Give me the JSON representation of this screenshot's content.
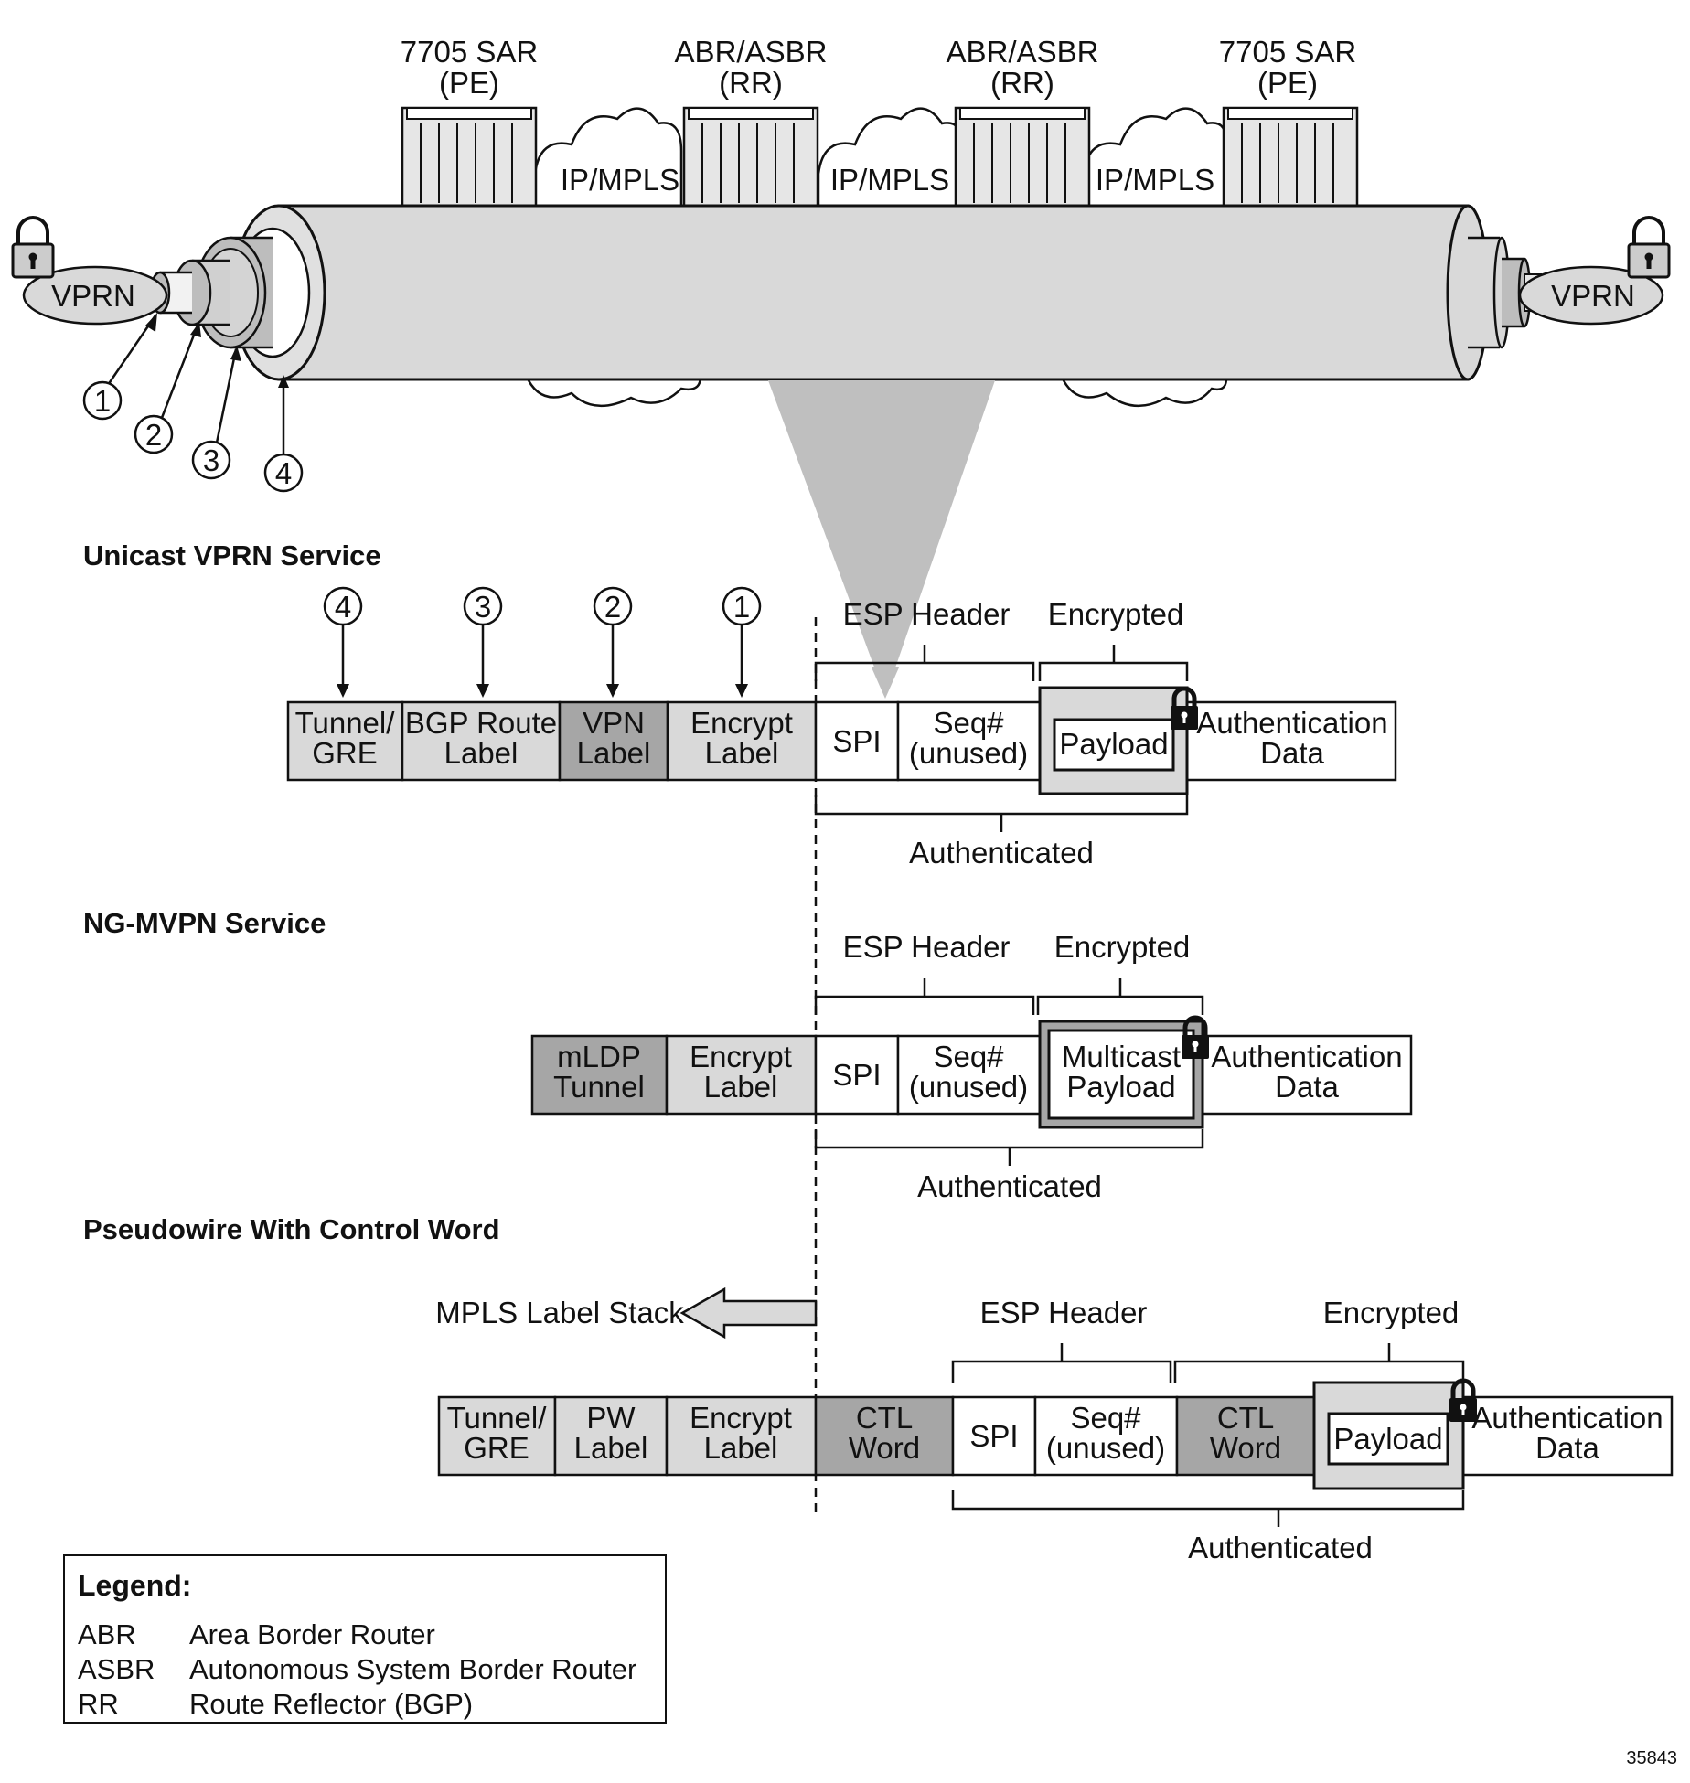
{
  "routers": [
    {
      "line1": "7705 SAR",
      "line2": "(PE)"
    },
    {
      "line1": "ABR/ASBR",
      "line2": "(RR)"
    },
    {
      "line1": "ABR/ASBR",
      "line2": "(RR)"
    },
    {
      "line1": "7705 SAR",
      "line2": "(PE)"
    }
  ],
  "clouds": [
    "IP/MPLS",
    "IP/MPLS",
    "IP/MPLS"
  ],
  "vprn_left": "VPRN",
  "vprn_right": "VPRN",
  "callouts": [
    "1",
    "2",
    "3",
    "4"
  ],
  "unicast": {
    "title": "Unicast VPRN Service",
    "tunnel": [
      "Tunnel/",
      "GRE"
    ],
    "bgp": [
      "BGP Route",
      "Label"
    ],
    "vpn": [
      "VPN",
      "Label"
    ],
    "encrypt": [
      "Encrypt",
      "Label"
    ],
    "spi": "SPI",
    "seq": [
      "Seq#",
      "(unused)"
    ],
    "payload": "Payload",
    "auth_data": [
      "Authentication",
      "Data"
    ],
    "esp_header": "ESP Header",
    "encrypted": "Encrypted",
    "authenticated": "Authenticated"
  },
  "mvpn": {
    "title": "NG-MVPN Service",
    "mldp": [
      "mLDP",
      "Tunnel"
    ],
    "encrypt": [
      "Encrypt",
      "Label"
    ],
    "spi": "SPI",
    "seq": [
      "Seq#",
      "(unused)"
    ],
    "payload": [
      "Multicast",
      "Payload"
    ],
    "auth_data": [
      "Authentication",
      "Data"
    ],
    "esp_header": "ESP Header",
    "encrypted": "Encrypted",
    "authenticated": "Authenticated"
  },
  "pw": {
    "title": "Pseudowire With Control Word",
    "stack_label": "MPLS Label Stack",
    "tunnel": [
      "Tunnel/",
      "GRE"
    ],
    "pwlabel": [
      "PW",
      "Label"
    ],
    "encrypt": [
      "Encrypt",
      "Label"
    ],
    "ctl1": [
      "CTL",
      "Word"
    ],
    "spi": "SPI",
    "seq": [
      "Seq#",
      "(unused)"
    ],
    "ctl2": [
      "CTL",
      "Word"
    ],
    "payload": "Payload",
    "auth_data": [
      "Authentication",
      "Data"
    ],
    "esp_header": "ESP Header",
    "encrypted": "Encrypted",
    "authenticated": "Authenticated"
  },
  "legend": {
    "title": "Legend:",
    "items": [
      {
        "abbr": "ABR",
        "desc": "Area Border Router"
      },
      {
        "abbr": "ASBR",
        "desc": "Autonomous System Border Router"
      },
      {
        "abbr": "RR",
        "desc": "Route Reflector (BGP)"
      }
    ]
  },
  "figure_id": "35843"
}
